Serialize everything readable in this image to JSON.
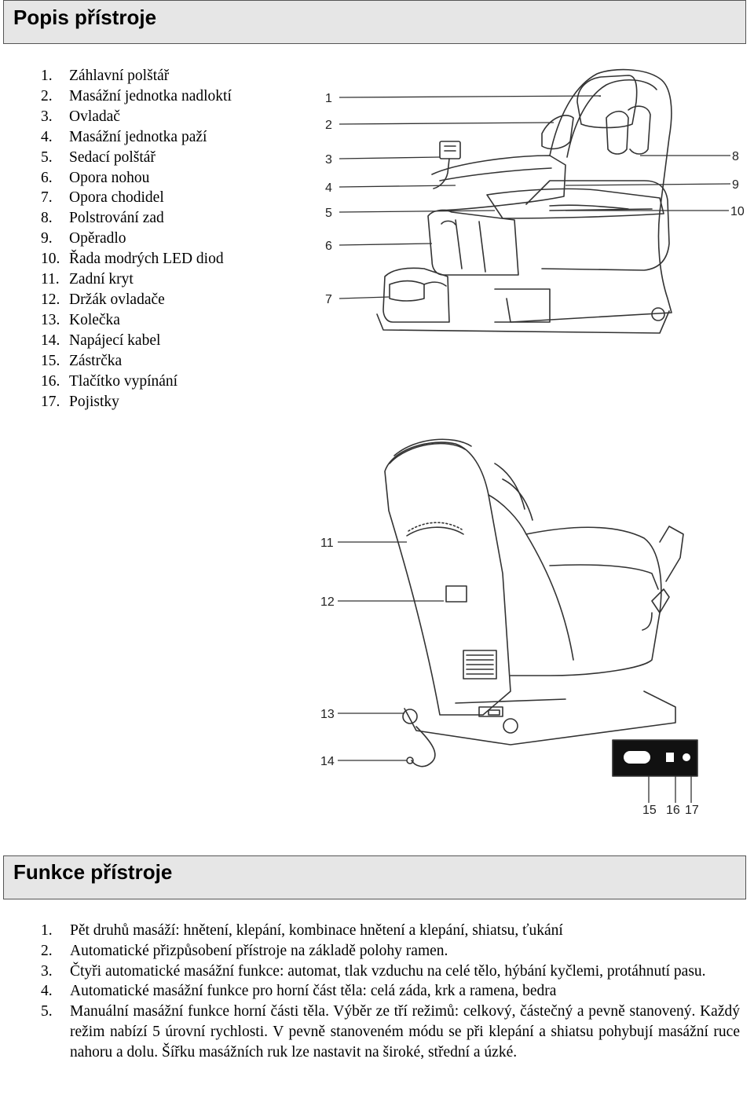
{
  "section1": {
    "title": "Popis přístroje"
  },
  "parts": [
    {
      "num": "1.",
      "label": "Záhlavní polštář"
    },
    {
      "num": "2.",
      "label": "Masážní jednotka nadloktí"
    },
    {
      "num": "3.",
      "label": "Ovladač"
    },
    {
      "num": "4.",
      "label": "Masážní jednotka paží"
    },
    {
      "num": "5.",
      "label": "Sedací polštář"
    },
    {
      "num": "6.",
      "label": "Opora nohou"
    },
    {
      "num": "7.",
      "label": "Opora chodidel"
    },
    {
      "num": "8.",
      "label": "Polstrování zad"
    },
    {
      "num": "9.",
      "label": "Opěradlo"
    },
    {
      "num": "10.",
      "label": "Řada modrých LED diod"
    },
    {
      "num": "11.",
      "label": "Zadní kryt"
    },
    {
      "num": "12.",
      "label": "Držák ovladače"
    },
    {
      "num": "13.",
      "label": "Kolečka"
    },
    {
      "num": "14.",
      "label": "Napájecí kabel"
    },
    {
      "num": "15.",
      "label": "Zástrčka"
    },
    {
      "num": "16.",
      "label": "Tlačítko vypínání"
    },
    {
      "num": "17.",
      "label": "Pojistky"
    }
  ],
  "figure_front": {
    "callouts": [
      "1",
      "2",
      "3",
      "4",
      "5",
      "6",
      "7",
      "8",
      "9",
      "10"
    ]
  },
  "figure_rear": {
    "callouts": [
      "11",
      "12",
      "13",
      "14",
      "15",
      "16",
      "17"
    ]
  },
  "section2": {
    "title": "Funkce přístroje"
  },
  "features": [
    {
      "num": "1.",
      "text": "Pět druhů masáží: hnětení, klepání, kombinace hnětení a klepání, shiatsu, ťukání"
    },
    {
      "num": "2.",
      "text": "Automatické přizpůsobení přístroje na základě polohy ramen."
    },
    {
      "num": "3.",
      "text": "Čtyři automatické masážní funkce: automat, tlak vzduchu na celé tělo, hýbání kyčlemi, protáhnutí pasu."
    },
    {
      "num": "4.",
      "text": " Automatické masážní funkce pro horní část těla: celá záda, krk a ramena, bedra"
    },
    {
      "num": "5.",
      "text": "Manuální masážní funkce horní části těla. Výběr ze tří režimů: celkový, částečný a pevně stanovený. Každý režim nabízí 5 úrovní rychlosti. V pevně stanoveném módu se při klepání a shiatsu pohybují masážní ruce nahoru a dolu. Šířku masážních ruk lze nastavit na široké, střední a úzké."
    }
  ]
}
